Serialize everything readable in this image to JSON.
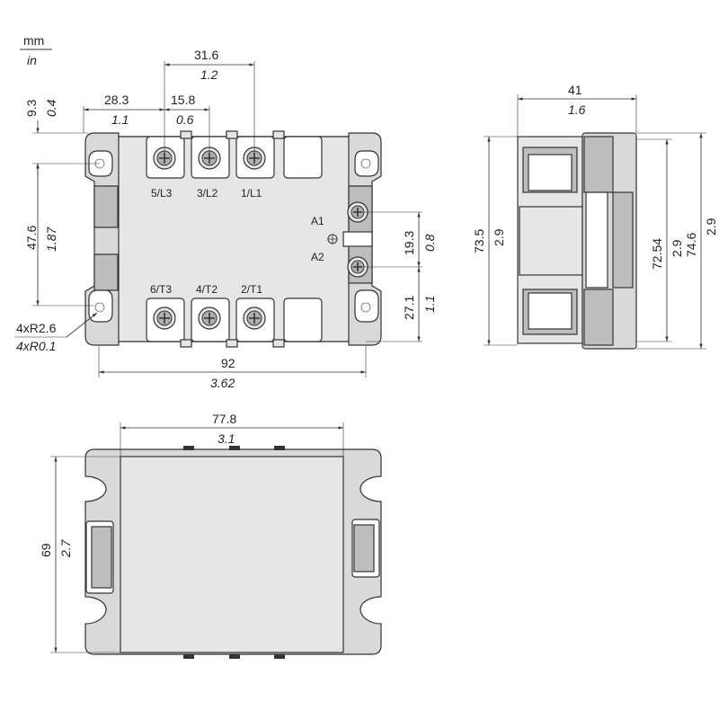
{
  "units": {
    "primary": "mm",
    "secondary": "in"
  },
  "terminals": {
    "top": [
      "5/L3",
      "3/L2",
      "1/L1"
    ],
    "bottom": [
      "6/T3",
      "4/T2",
      "2/T1"
    ],
    "control": [
      "A1",
      "A2"
    ]
  },
  "dimensions": {
    "front_top_31_6": {
      "mm": "31.6",
      "in": "1.2"
    },
    "front_top_28_3": {
      "mm": "28.3",
      "in": "1.1"
    },
    "front_top_15_8": {
      "mm": "15.8",
      "in": "0.6"
    },
    "front_left_9_3": {
      "mm": "9.3",
      "in": "0.4"
    },
    "front_left_47_6": {
      "mm": "47.6",
      "in": "1.87"
    },
    "front_hole": {
      "mm": "4xR2.6",
      "in": "4xR0.1"
    },
    "front_right_19_3": {
      "mm": "19.3",
      "in": "0.8"
    },
    "front_right_27_1": {
      "mm": "27.1",
      "in": "1.1"
    },
    "front_bottom_92": {
      "mm": "92",
      "in": "3.62"
    },
    "side_top_41": {
      "mm": "41",
      "in": "1.6"
    },
    "side_left_73_5": {
      "mm": "73.5",
      "in": "2.9"
    },
    "side_right_72_54": {
      "mm": "72.54",
      "in": "2.9"
    },
    "side_right_74_6": {
      "mm": "74.6",
      "in": "2.9"
    },
    "bottom_top_77_8": {
      "mm": "77.8",
      "in": "3.1"
    },
    "bottom_left_69": {
      "mm": "69",
      "in": "2.7"
    }
  }
}
